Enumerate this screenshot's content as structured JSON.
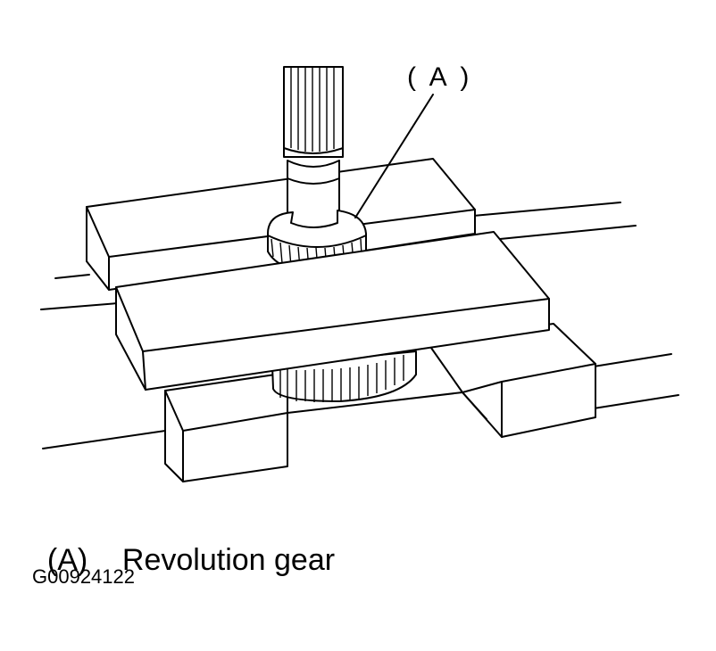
{
  "callout": {
    "label": "( A )"
  },
  "legend": [
    {
      "tag": "(A)",
      "text": "Revolution gear"
    }
  ],
  "figure_id": "G00924122"
}
